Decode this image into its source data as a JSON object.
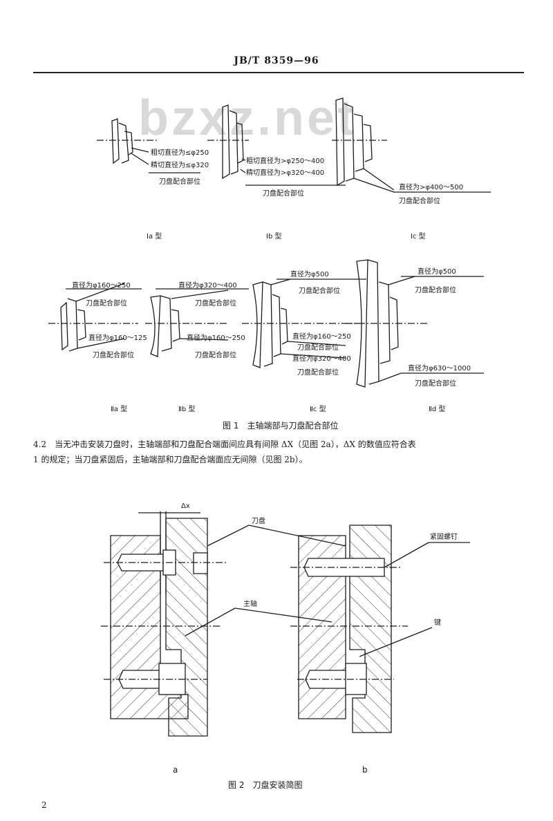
{
  "header": {
    "standard_code": "JB/T 8359—96"
  },
  "watermark": "bzxz.net",
  "figure1": {
    "top_row": {
      "a": {
        "label1": "粗切直径为≤φ250",
        "label2": "精切直径为≤φ320",
        "fit": "刀盘配合部位",
        "type": "Ⅰa 型"
      },
      "b": {
        "label1": "粗切直径为>φ250～400",
        "label2": "精切直径为>φ320～400",
        "fit": "刀盘配合部位",
        "type": "Ⅰb 型"
      },
      "c": {
        "label1": "直径为>φ400～500",
        "fit": "刀盘配合部位",
        "type": "Ⅰc 型"
      }
    },
    "bottom_row": {
      "a": {
        "label1": "直径为φ160～250",
        "fit1": "刀盘配合部位",
        "label2": "直径为φ160～125",
        "fit2": "刀盘配合部位",
        "type": "Ⅱa 型"
      },
      "b": {
        "label1": "直径为φ320～400",
        "fit1": "刀盘配合部位",
        "label2": "直径为φ160～250",
        "fit2": "刀盘配合部位",
        "type": "Ⅱb 型"
      },
      "c": {
        "label1": "直径为φ500",
        "fit1": "刀盘配合部位",
        "label2": "直径为φ160～250",
        "fit2": "刀盘配合部位",
        "label3": "直径为φ320～400",
        "fit3": "刀盘配合部位",
        "type": "Ⅱc 型"
      },
      "d": {
        "label1": "直径为φ500",
        "fit1": "刀盘配合部位",
        "label2": "直径为φ630～1000",
        "fit2": "刀盘配合部位",
        "type": "Ⅱd 型"
      }
    },
    "caption": "图 1　主轴端部与刀盘配合部位"
  },
  "paragraph": {
    "line1": "4.2　当无冲击安装刀盘时，主轴端部和刀盘配合端面间应具有间隙 ΔX（见图 2a），ΔX 的数值应符合表",
    "line2": "1 的规定；当刀盘紧固后，主轴端部和刀盘配合端面应无间隙（见图 2b）。"
  },
  "figure2": {
    "delta_label": "Δx",
    "cutter_label": "刀盘",
    "spindle_label": "主轴",
    "screw_label": "紧固螺钉",
    "key_label": "键",
    "sub_a": "a",
    "sub_b": "b",
    "caption": "图 2　刀盘安装简图"
  },
  "page_number": "2"
}
